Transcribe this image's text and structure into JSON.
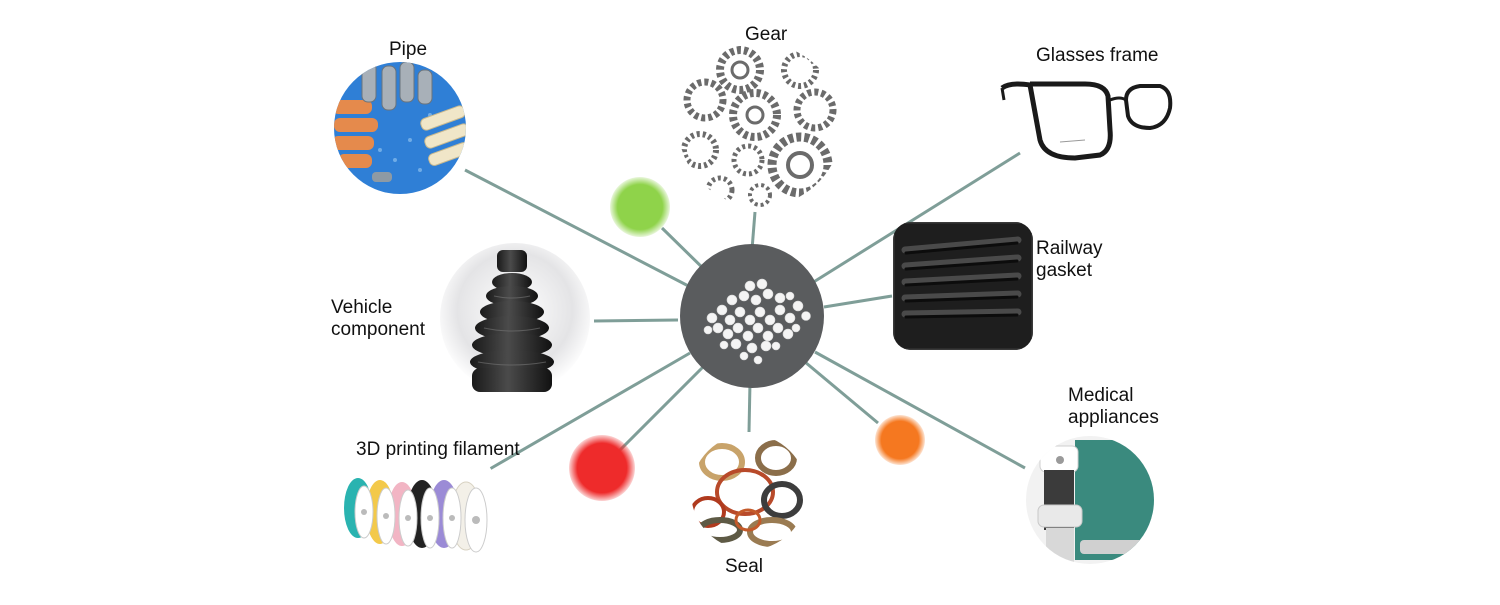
{
  "center": {
    "name": "polymer pellets"
  },
  "nodes": [
    {
      "key": "pipe",
      "label": "Pipe"
    },
    {
      "key": "gear",
      "label": "Gear"
    },
    {
      "key": "glasses",
      "label": "Glasses frame"
    },
    {
      "key": "railway",
      "label_lines": [
        "Railway",
        "gasket"
      ]
    },
    {
      "key": "vehicle",
      "label_lines": [
        "Vehicle",
        "component"
      ]
    },
    {
      "key": "medical",
      "label_lines": [
        "Medical",
        "appliances"
      ]
    },
    {
      "key": "filament",
      "label": "3D printing filament"
    },
    {
      "key": "seal",
      "label": "Seal"
    }
  ],
  "colors": {
    "connector": "#7f9e98",
    "hub": "#5a5c5e",
    "dot_green": "#8fd34a",
    "dot_red": "#ee2b2b",
    "dot_orange": "#f57820"
  }
}
